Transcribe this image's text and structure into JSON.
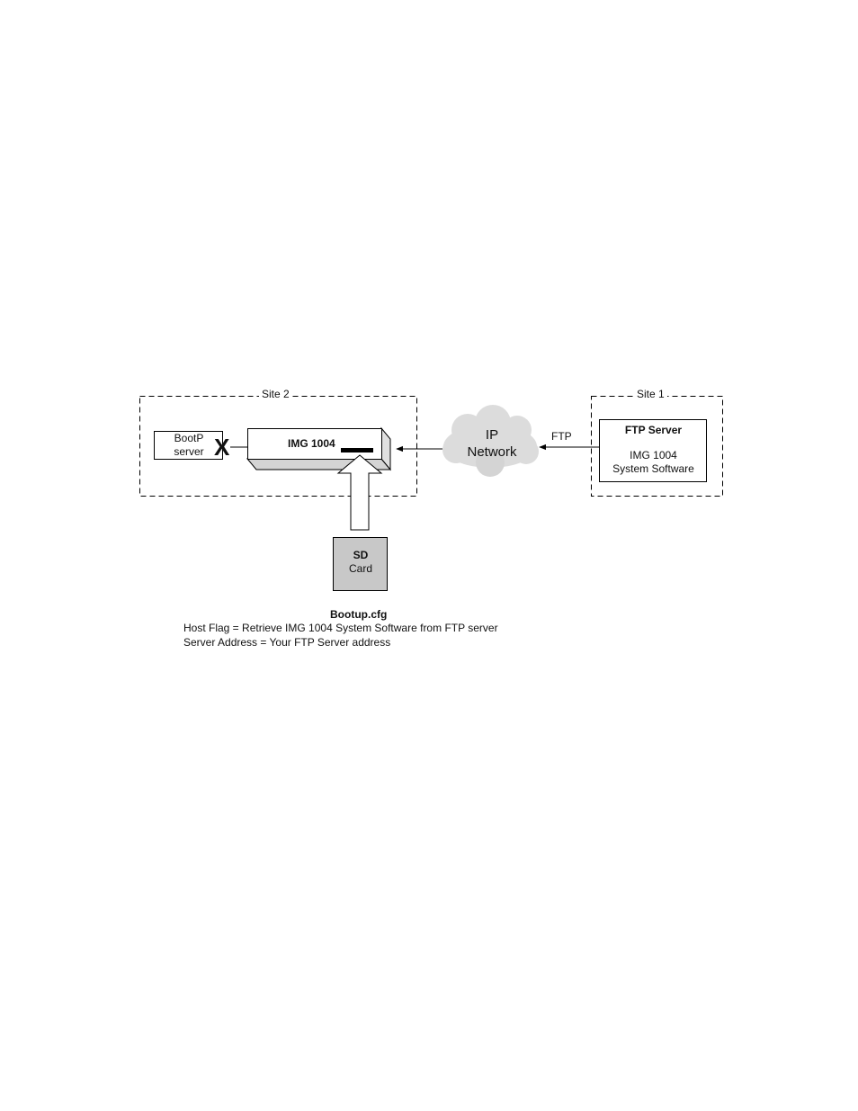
{
  "diagram": {
    "site2": {
      "label": "Site 2"
    },
    "site1": {
      "label": "Site 1"
    },
    "bootp": {
      "line1": "BootP",
      "line2": "server",
      "blocked_mark": "X"
    },
    "img": {
      "label": "IMG 1004"
    },
    "network": {
      "line1": "IP",
      "line2": "Network"
    },
    "ftp_link": {
      "label": "FTP"
    },
    "ftp_server": {
      "title": "FTP Server",
      "line1": "IMG 1004",
      "line2": "System Software"
    },
    "sd_card": {
      "line1": "SD",
      "line2": "Card"
    },
    "notes": {
      "title": "Bootup.cfg",
      "line1": "Host Flag = Retrieve IMG 1004 System Software from FTP server",
      "line2": "Server Address =  Your FTP Server address"
    },
    "colors": {
      "stroke": "#000000",
      "cloud": "#dcdcdc",
      "sd_fill": "#c8c8c8",
      "box_shadow": "#d4d4d4"
    }
  }
}
